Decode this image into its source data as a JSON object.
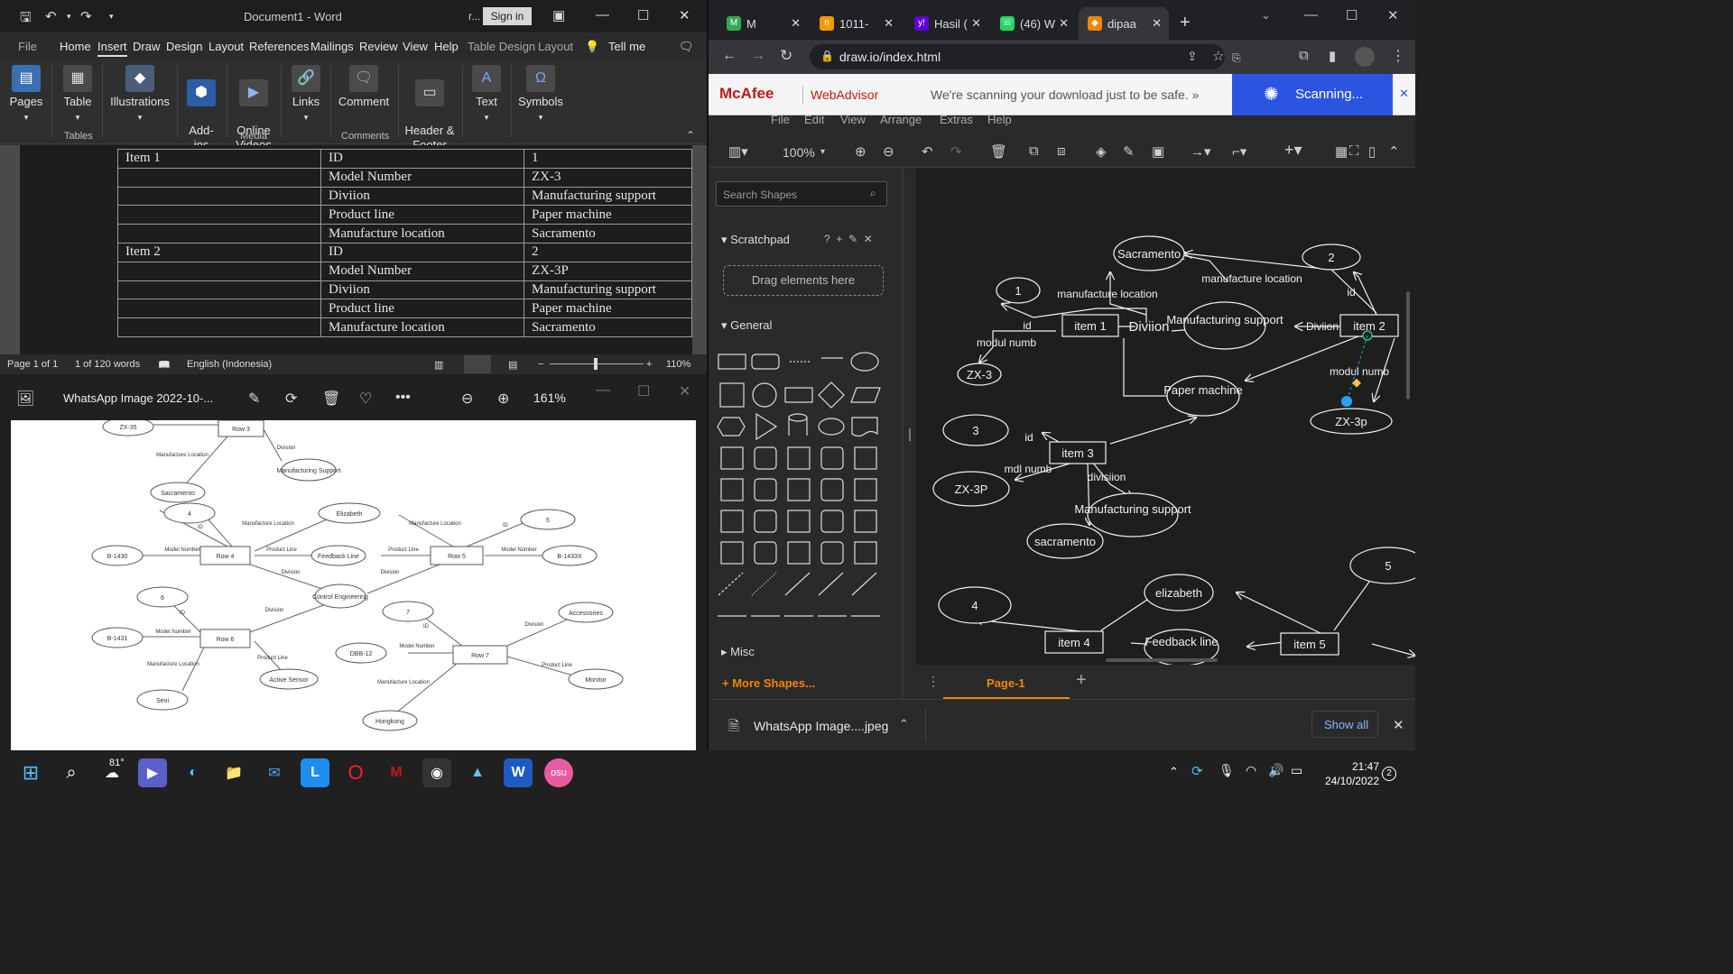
{
  "word": {
    "title": "Document1  -  Word",
    "user": "r...",
    "sign_in": "Sign in",
    "menu": [
      "File",
      "Home",
      "Insert",
      "Draw",
      "Design",
      "Layout",
      "References",
      "Mailings",
      "Review",
      "View",
      "Help",
      "Table Design",
      "Layout"
    ],
    "tell_me": "Tell me",
    "ribbon": {
      "pages": "Pages",
      "table": "Table",
      "illustrations": "Illustrations",
      "addins": "Add-\nins",
      "online_videos": "Online\nVideos",
      "links": "Links",
      "comment": "Comment",
      "header_footer": "Header &\nFooter",
      "text": "Text",
      "symbols": "Symbols",
      "group_tables": "Tables",
      "group_media": "Media",
      "group_comments": "Comments"
    },
    "table_rows": [
      [
        "Item 1",
        "ID",
        "1"
      ],
      [
        "",
        "Model Number",
        "ZX-3"
      ],
      [
        "",
        "Diviion",
        "Manufacturing support"
      ],
      [
        "",
        "Product line",
        "Paper machine"
      ],
      [
        "",
        "Manufacture location",
        "Sacramento"
      ],
      [
        "Item 2",
        "ID",
        "2"
      ],
      [
        "",
        "Model Number",
        "ZX-3P"
      ],
      [
        "",
        "Diviion",
        "Manufacturing support"
      ],
      [
        "",
        "Product line",
        "Paper machine"
      ],
      [
        "",
        "Manufacture location",
        "Sacramento"
      ]
    ],
    "status": {
      "page": "Page 1 of 1",
      "words": "1 of 120 words",
      "language": "English (Indonesia)",
      "zoom": "110%"
    }
  },
  "photos": {
    "title": "WhatsApp Image 2022-10-...",
    "zoom": "161%"
  },
  "photo_diagram": {
    "nodes": [
      "ZX-35",
      "Row 3",
      "Division",
      "Manufacturing Support",
      "Manufacture Location",
      "Sacramento",
      "4",
      "Elizabeth",
      "5",
      "Manufacture Location",
      "Manufacture Location",
      "ID",
      "ID",
      "B-1430",
      "Model Number",
      "Row 4",
      "Product Line",
      "Feedback Line",
      "Product Line",
      "Row 5",
      "Model Number",
      "B-1433X",
      "Division",
      "Division",
      "Control Engineering",
      "6",
      "ID",
      "Division",
      "7",
      "ID",
      "Accessories",
      "B-1431",
      "Model Number",
      "Row 6",
      "Model Number",
      "DBB-12",
      "Row 7",
      "Division",
      "Manufacture Location",
      "Product Line",
      "Product Line",
      "Monitor",
      "Active Sensor",
      "Manufacture Location",
      "Seoi",
      "Hongkong"
    ]
  },
  "chrome": {
    "tabs": [
      {
        "label": "M",
        "icon": "meet-icon",
        "color": "#34a853"
      },
      {
        "label": "1011-",
        "icon": "n-icon",
        "color": "#f29900"
      },
      {
        "label": "Hasil (",
        "icon": "yahoo-icon",
        "color": "#6001d2"
      },
      {
        "label": "(46) W",
        "icon": "whatsapp-icon",
        "color": "#25d366"
      },
      {
        "label": "dipaa",
        "icon": "drawio-icon",
        "color": "#f08705"
      }
    ],
    "url": "draw.io/index.html",
    "mcafee": {
      "brand": "McAfee",
      "product": "WebAdvisor",
      "message": "We're scanning your download just to be safe. »",
      "status": "Scanning..."
    }
  },
  "drawio": {
    "menu": [
      "File",
      "Edit",
      "View",
      "Arrange",
      "Extras",
      "Help"
    ],
    "zoom": "100%",
    "search_placeholder": "Search Shapes",
    "scratchpad": "Scratchpad",
    "drag_here": "Drag elements here",
    "general": "General",
    "misc": "Misc",
    "more_shapes": "+ More Shapes...",
    "page_tab": "Page-1",
    "diagram": {
      "labels": {
        "sacramento": "Sacramento",
        "n2": "2",
        "n1": "1",
        "manufacture_location_1": "manufacture location",
        "manufacture_location_2": "manufacture location",
        "id_a": "id",
        "id_b": "id",
        "item1": "item 1",
        "diviion": "Diviion",
        "manufacturing_support_1": "Manufacturing support",
        "diviion2": "Diviion",
        "item2": "item 2",
        "modul_numb_1": "modul numb",
        "modul_numb_2": "modul numb",
        "zx3": "ZX-3",
        "paper_machine": "Paper machine",
        "zx3p_right": "ZX-3p",
        "n3": "3",
        "id_c": "id",
        "item3": "item 3",
        "mdl_numb": "mdl numb",
        "divisiion": "divisiion",
        "zx3p": "ZX-3P",
        "manufacturing_support_2": "Manufacturing support",
        "sacramento_lower": "sacramento",
        "elizabeth": "elizabeth",
        "n5": "5",
        "n4": "4",
        "item4": "item 4",
        "feedback": "Feedback line",
        "item5": "item  5"
      }
    }
  },
  "downloads": {
    "file": "WhatsApp Image....jpeg",
    "show_all": "Show all"
  },
  "taskbar": {
    "weather": "81°",
    "time": "21:47",
    "date": "24/10/2022",
    "badge": "2"
  }
}
